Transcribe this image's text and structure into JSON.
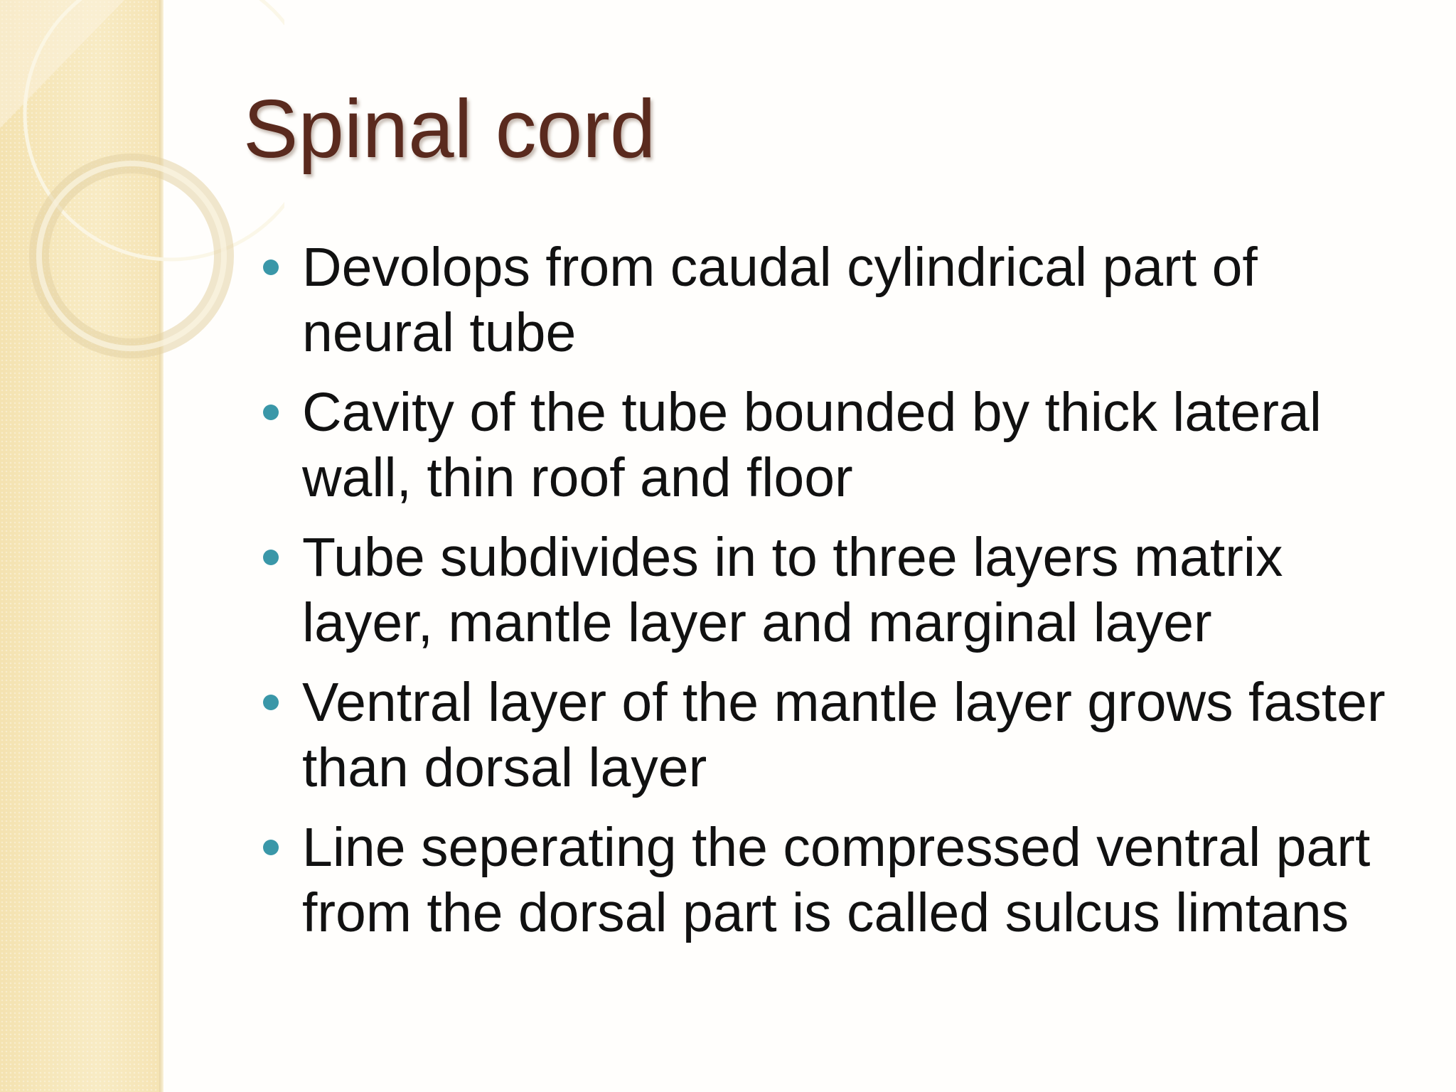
{
  "slide": {
    "title": "Spinal cord",
    "bullets": [
      {
        "text": "Devolops from caudal cylindrical part of neural tube"
      },
      {
        "text": "Cavity of the tube bounded by thick lateral wall, thin roof and floor"
      },
      {
        "text": "Tube subdivides in to three layers matrix layer, mantle layer and marginal layer"
      },
      {
        "text": "Ventral layer of the mantle layer grows faster than dorsal layer"
      },
      {
        "text": "Line seperating the compressed ventral part from the dorsal part is called sulcus limtans"
      }
    ]
  },
  "colors": {
    "title": "#5a2a1e",
    "bullet_marker": "#3a97a8",
    "body_text": "#111111",
    "side_band": "#f6e6b8"
  }
}
